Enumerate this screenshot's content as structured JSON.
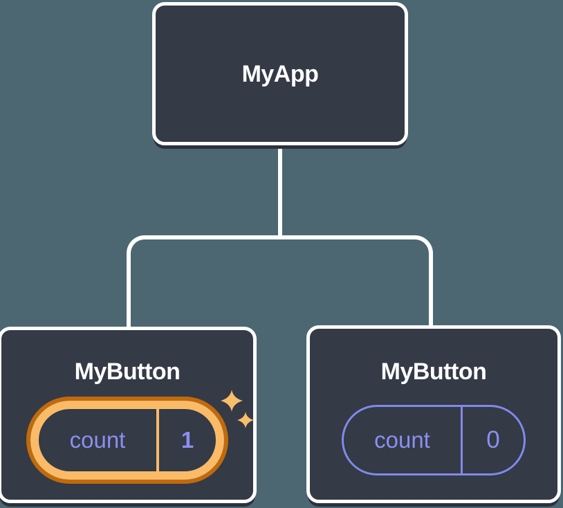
{
  "tree": {
    "root": {
      "label": "MyApp"
    },
    "children": [
      {
        "label": "MyButton",
        "state_key": "count",
        "state_value": "1",
        "highlighted": true
      },
      {
        "label": "MyButton",
        "state_key": "count",
        "state_value": "0",
        "highlighted": false
      }
    ]
  },
  "icons": {
    "sparkles": "sparkles-icon"
  },
  "colors": {
    "background": "#4C6771",
    "node_fill": "#343A46",
    "node_border": "#FFFFFF",
    "node_shadow": "#2B313C",
    "connector": "#FFFFFF",
    "state_purple": "#8A8FEF",
    "pill_border_purple": "#8289EA",
    "highlight_orange_light": "#F9BB68",
    "highlight_orange_dark": "#C06A0E",
    "sparkle": "#F7BE6B",
    "label_text": "#FFFFFF"
  }
}
